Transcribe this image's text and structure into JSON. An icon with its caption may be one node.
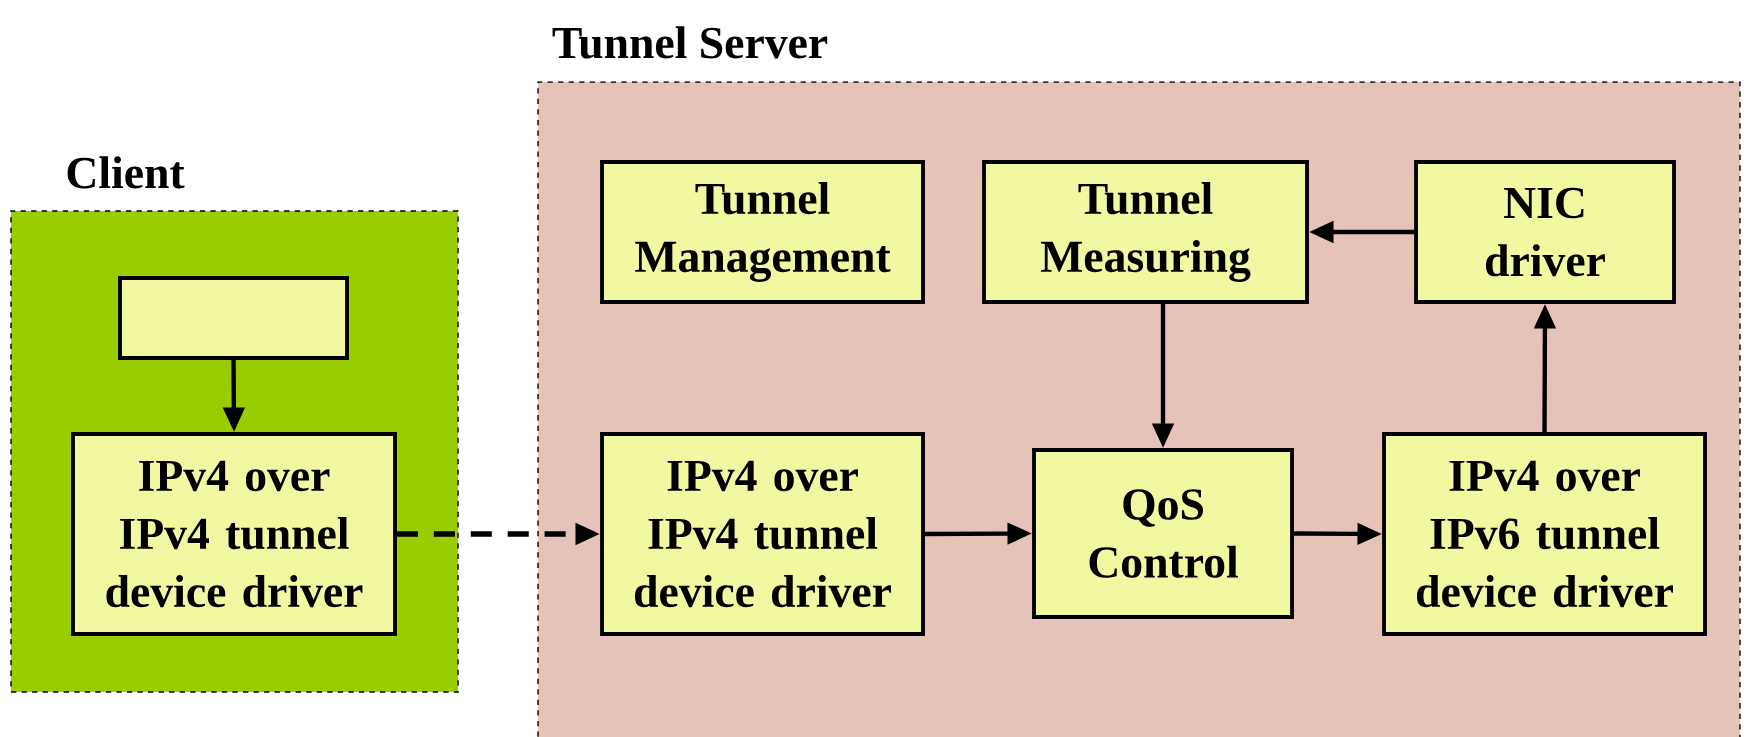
{
  "diagram": {
    "nodes": [
      {
        "text": [
          "Client"
        ]
      },
      {
        "text": [],
        "shape": "box",
        "in": 0
      },
      {
        "text": [
          "IPv4 over IPv4 tunnel device driver"
        ],
        "in": 0
      },
      {
        "text": [
          "Tunnel Server"
        ]
      },
      {
        "text": [
          "Tunnel Management"
        ],
        "in": 3
      },
      {
        "text": [
          "Tunnel Measuring"
        ],
        "in": 3
      },
      {
        "text": [
          "NIC driver"
        ],
        "in": 3
      },
      {
        "text": [
          "IPv4 over IPv4 tunnel device driver"
        ],
        "in": 3
      },
      {
        "text": [
          "QoS Control"
        ],
        "in": 3
      },
      {
        "text": [
          "IPv4 over IPv6 tunnel device driver"
        ],
        "in": 3
      }
    ],
    "edges": [
      {
        "from": 1,
        "to": 2,
        "arrow": "to"
      },
      {
        "from": 2,
        "to": 7,
        "arrow": "to",
        "style": "dashed"
      },
      {
        "from": 7,
        "to": 8,
        "arrow": "to"
      },
      {
        "from": 8,
        "to": 9,
        "arrow": "to"
      },
      {
        "from": 9,
        "to": 6,
        "arrow": "to"
      },
      {
        "from": 6,
        "to": 5,
        "arrow": "to"
      },
      {
        "from": 5,
        "to": 8,
        "arrow": "to"
      }
    ]
  }
}
